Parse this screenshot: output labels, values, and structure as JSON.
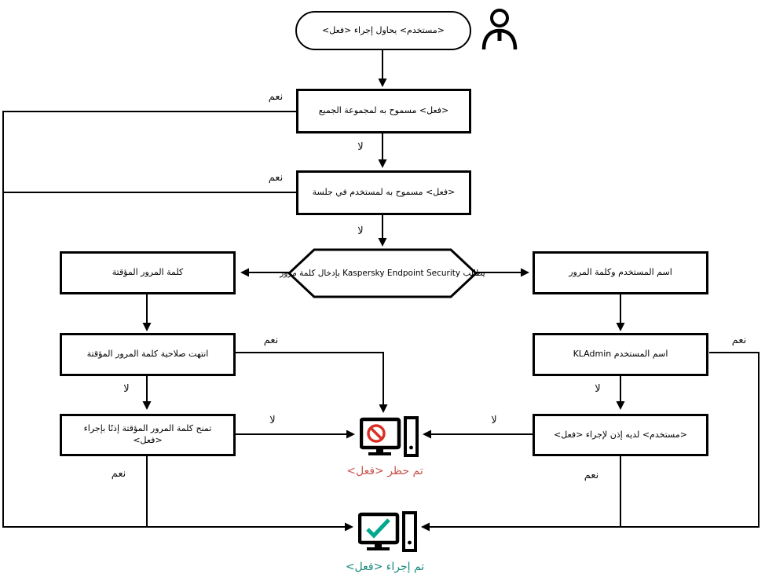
{
  "diagram": {
    "title_hint": "password-protection-flowchart",
    "start_label": "<مستخدم> يحاول إجراء <فعل>",
    "nodes": {
      "allowed_everyone": "<فعل> مسموح به لمجموعة الجميع",
      "allowed_session": "<فعل> مسموح به لمستخدم في جلسة",
      "password_prompt": "يطالب Kaspersky Endpoint Security بإدخال كلمة مرور",
      "temp_password": "كلمة المرور المؤقتة",
      "temp_password_expired": "انتهت صلاحية كلمة المرور المؤقتة",
      "temp_password_grants": "تمنح كلمة المرور المؤقتة إذنًا بإجراء <فعل>",
      "username_password": "اسم المستخدم وكلمة المرور",
      "username_kladmin": "اسم المستخدم KLAdmin",
      "user_has_permission": "<مستخدم> لديه إذن لإجراء <فعل>"
    },
    "edge_labels": {
      "yes": "نعم",
      "no": "لا"
    },
    "outcomes": {
      "action_blocked": "تم حظر <فعل>",
      "action_performed": "تم إجراء <فعل>"
    },
    "colors": {
      "line": "#000000",
      "blocked_red": "#d93025",
      "blocked_caption": "#c9554e",
      "success_teal": "#00a88e",
      "success_caption": "#17897b"
    },
    "icons": {
      "actor": "user-icon",
      "blocked": "computer-blocked-icon",
      "performed": "computer-success-icon"
    }
  }
}
